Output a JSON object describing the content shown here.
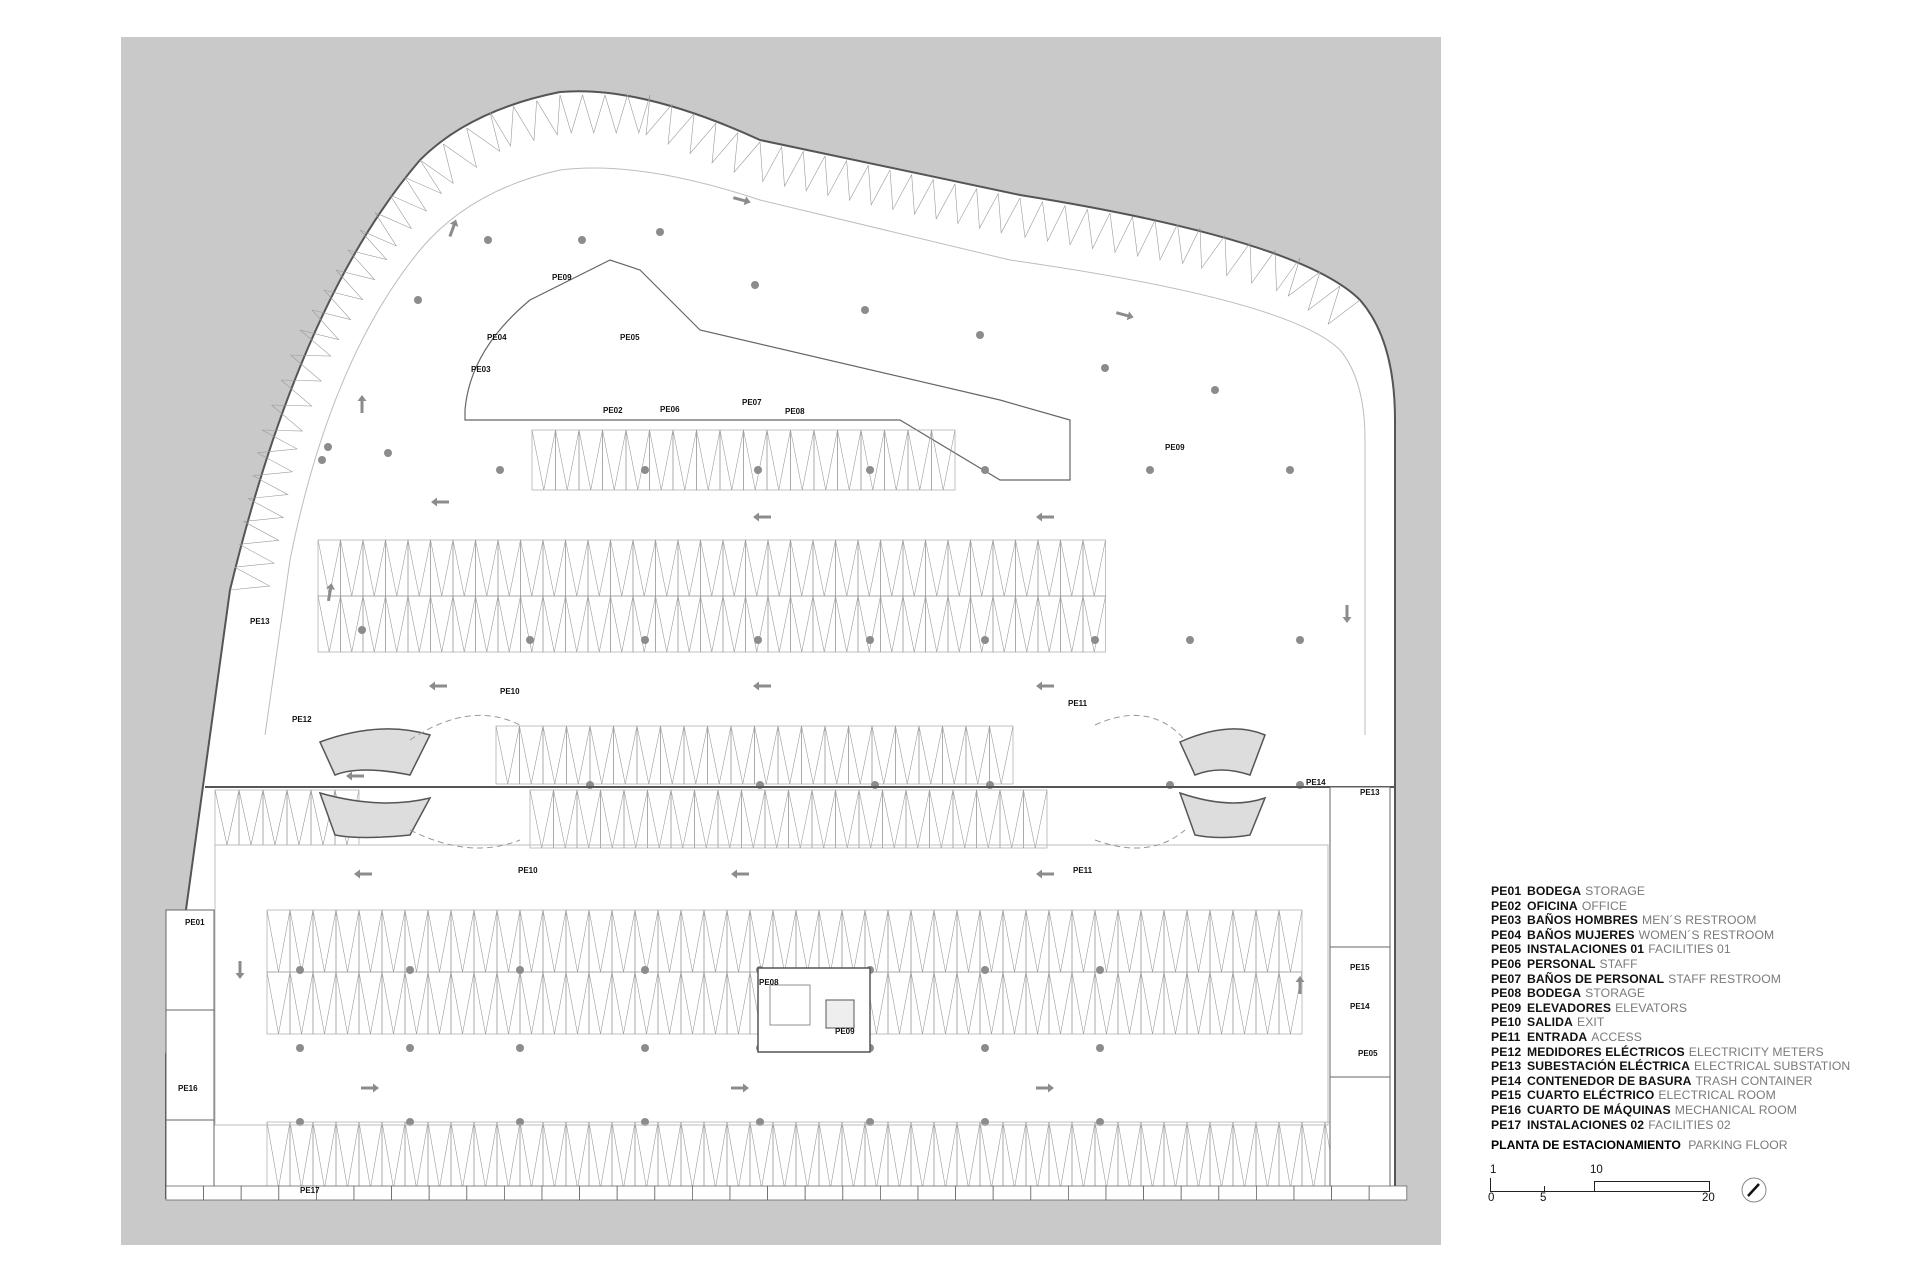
{
  "legend": [
    {
      "code": "PE01",
      "es": "BODEGA",
      "en": "STORAGE"
    },
    {
      "code": "PE02",
      "es": "OFICINA",
      "en": "OFFICE"
    },
    {
      "code": "PE03",
      "es": "BAÑOS HOMBRES",
      "en": "MEN´S RESTROOM"
    },
    {
      "code": "PE04",
      "es": "BAÑOS MUJERES",
      "en": "WOMEN´S RESTROOM"
    },
    {
      "code": "PE05",
      "es": "INSTALACIONES 01",
      "en": "FACILITIES 01"
    },
    {
      "code": "PE06",
      "es": "PERSONAL",
      "en": "STAFF"
    },
    {
      "code": "PE07",
      "es": "BAÑOS DE PERSONAL",
      "en": "STAFF RESTROOM"
    },
    {
      "code": "PE08",
      "es": "BODEGA",
      "en": "STORAGE"
    },
    {
      "code": "PE09",
      "es": "ELEVADORES",
      "en": "ELEVATORS"
    },
    {
      "code": "PE10",
      "es": "SALIDA",
      "en": "EXIT"
    },
    {
      "code": "PE11",
      "es": "ENTRADA",
      "en": "ACCESS"
    },
    {
      "code": "PE12",
      "es": "MEDIDORES ELÉCTRICOS",
      "en": "ELECTRICITY METERS"
    },
    {
      "code": "PE13",
      "es": "SUBESTACIÓN ELÉCTRICA",
      "en": "ELECTRICAL SUBSTATION"
    },
    {
      "code": "PE14",
      "es": "CONTENEDOR DE BASURA",
      "en": "TRASH CONTAINER"
    },
    {
      "code": "PE15",
      "es": "CUARTO ELÉCTRICO",
      "en": "ELECTRICAL ROOM"
    },
    {
      "code": "PE16",
      "es": "CUARTO DE MÁQUINAS",
      "en": "MECHANICAL ROOM"
    },
    {
      "code": "PE17",
      "es": "INSTALACIONES 02",
      "en": "FACILITIES 02"
    }
  ],
  "plan_title": {
    "es": "PLANTA DE ESTACIONAMIENTO",
    "en": "PARKING FLOOR"
  },
  "scale": {
    "labels": [
      "1",
      "10",
      "0",
      "5",
      "20"
    ]
  },
  "room_labels": {
    "pe09_a": "PE09",
    "pe09_b": "PE09",
    "pe09_c": "PE09",
    "pe04": "PE04",
    "pe03": "PE03",
    "pe05": "PE05",
    "pe02": "PE02",
    "pe06": "PE06",
    "pe07": "PE07",
    "pe08_a": "PE08",
    "pe08_b": "PE08",
    "pe13_a": "PE13",
    "pe13_b": "PE13",
    "pe12": "PE12",
    "pe10_a": "PE10",
    "pe10_b": "PE10",
    "pe11_a": "PE11",
    "pe11_b": "PE11",
    "pe14_a": "PE14",
    "pe14_b": "PE14",
    "pe15": "PE15",
    "pe05_b": "PE05",
    "pe16": "PE16",
    "pe17": "PE17",
    "pe01": "PE01"
  },
  "colors": {
    "site": "#c9c9c9",
    "floor": "#ffffff",
    "wall": "#555555",
    "line": "#9a9a9a",
    "arrow": "#8c8c8c",
    "column": "#8c8c8c"
  }
}
